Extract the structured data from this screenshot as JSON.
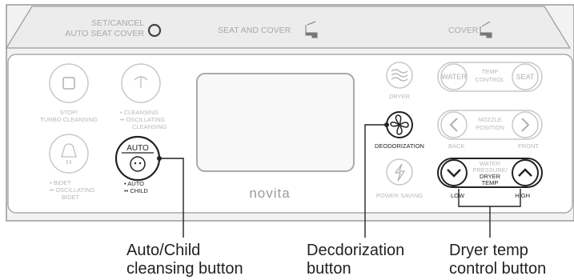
{
  "top_panel": {
    "set_cancel_line1": "SET/CANCEL",
    "set_cancel_line2": "AUTO SEAT COVER",
    "seat_and_cover": "SEAT AND COVER",
    "cover": "COVER"
  },
  "left_buttons": {
    "stop_line1": "STOP/",
    "stop_line2": "TURBO CLEANSING",
    "cleansing_line1": "• CLEANSING",
    "cleansing_line2": "•• OSCILLATING",
    "cleansing_line3": "CLEANSING",
    "bidet_line1": "• BIDET",
    "bidet_line2": "•• OSCILLATING",
    "bidet_line3": "BIDET",
    "auto_label": "AUTO",
    "auto_line1": "• AUTO",
    "auto_line2": "•• CHILD"
  },
  "brand": "novita",
  "middle_buttons": {
    "dryer": "DRYER",
    "deodorization": "DEODORIZATION",
    "power_saving": "POWER SAVING"
  },
  "right_buttons": {
    "water": "WATER",
    "temp_line1": "TEMP",
    "temp_line2": "CONTROL",
    "seat": "SEAT",
    "nozzle_line1": "NOZZLE",
    "nozzle_line2": "POSITION",
    "back": "BACK",
    "front": "FRONT",
    "pressure_line1": "WATER",
    "pressure_line2": "PRESSURE/",
    "pressure_line3": "DRYER",
    "pressure_line4": "TEMP",
    "low": "LOW",
    "high": "HIGH"
  },
  "callouts": {
    "auto_child": "Auto/Child\ncleansing button",
    "deodorization": "Decdorization\nbutton",
    "dryer_temp": "Dryer temp\ncontrol button"
  }
}
